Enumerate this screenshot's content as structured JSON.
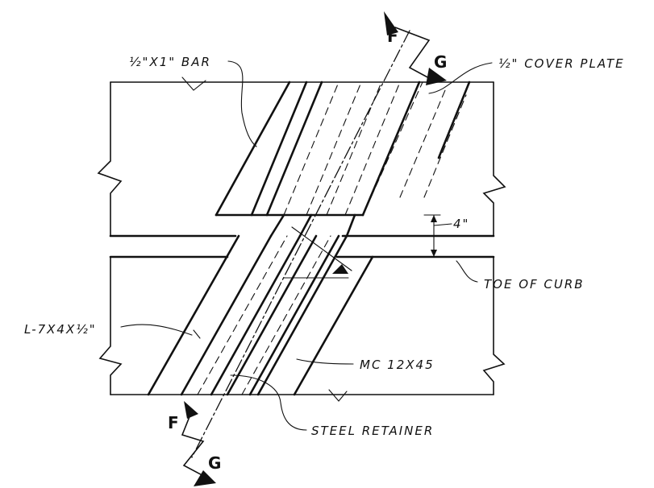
{
  "labels": {
    "bar": "½\"X1\" BAR",
    "cover_plate": "½\" COVER PLATE",
    "dim_4": "4\"",
    "toe_of_curb": "TOE OF CURB",
    "angle": "L-7X4X½\"",
    "channel": "MC 12X45",
    "retainer": "STEEL RETAINER",
    "section_f_top": "F",
    "section_g_top": "G",
    "section_f_bottom": "F",
    "section_g_bottom": "G"
  }
}
